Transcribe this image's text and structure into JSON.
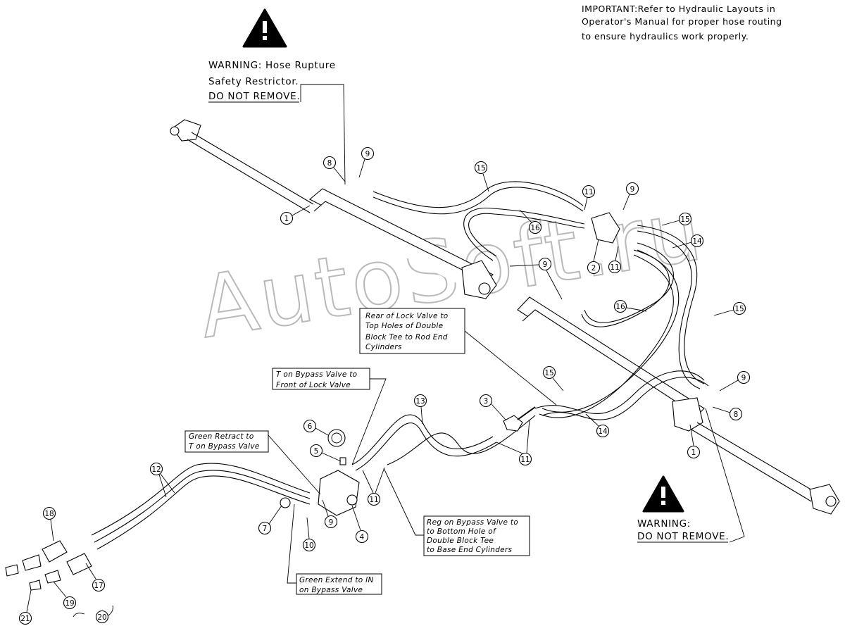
{
  "important_note": {
    "lines": [
      "IMPORTANT:Refer to Hydraulic Layouts in",
      "Operator's Manual for proper hose routing",
      "to ensure hydraulics work properly."
    ]
  },
  "warning_top": {
    "lines": [
      "WARNING: Hose Rupture",
      "Safety Restrictor.",
      "DO NOT REMOVE."
    ],
    "icon": "warning-triangle-icon"
  },
  "warning_bottom": {
    "lines": [
      "WARNING:",
      "DO NOT REMOVE."
    ],
    "icon": "warning-triangle-icon"
  },
  "watermark": {
    "text": "AutoSoft.ru"
  },
  "callouts": {
    "rear_lock_valve": [
      "Rear of Lock Valve to",
      "Top Holes of Double",
      "Block Tee to Rod End",
      "Cylinders"
    ],
    "t_bypass": [
      "T on Bypass Valve to",
      "Front of Lock Valve"
    ],
    "green_retract": [
      "Green Retract to",
      "T on Bypass Valve"
    ],
    "reg_bypass": [
      "Reg on Bypass Valve to",
      "to Bottom Hole of",
      "Double Block Tee",
      "to Base End Cylinders"
    ],
    "green_extend": [
      "Green Extend to IN",
      "on Bypass Valve"
    ]
  },
  "part_numbers": {
    "p1a": "1",
    "p1b": "1",
    "p2": "2",
    "p3": "3",
    "p4": "4",
    "p5": "5",
    "p6": "6",
    "p7": "7",
    "p8a": "8",
    "p8b": "8",
    "p9a": "9",
    "p9b": "9",
    "p9c": "9",
    "p9d": "9",
    "p9e": "9",
    "p10": "10",
    "p11a": "11",
    "p11b": "11",
    "p11c": "11",
    "p11d": "11",
    "p12": "12",
    "p13": "13",
    "p14a": "14",
    "p14b": "14",
    "p15a": "15",
    "p15b": "15",
    "p15c": "15",
    "p15d": "15",
    "p16a": "16",
    "p16b": "16",
    "p17": "17",
    "p18": "18",
    "p19": "19",
    "p20": "20",
    "p21": "21"
  }
}
